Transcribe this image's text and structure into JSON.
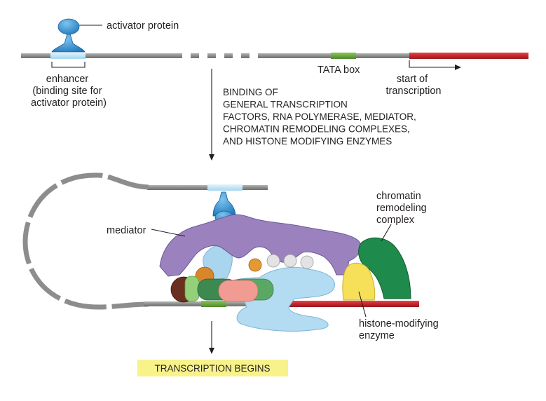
{
  "labels": {
    "activator_protein": "activator protein",
    "enhancer": [
      "enhancer",
      "(binding site for",
      "activator protein)"
    ],
    "tata_box": "TATA box",
    "start_of_transcription": [
      "start of",
      "transcription"
    ],
    "binding_step": [
      "BINDING OF",
      "GENERAL TRANSCRIPTION",
      "FACTORS, RNA POLYMERASE, MEDIATOR,",
      "CHROMATIN REMODELING COMPLEXES,",
      "AND HISTONE MODIFYING ENZYMES"
    ],
    "mediator": "mediator",
    "chromatin_remodeling_complex": [
      "chromatin",
      "remodeling",
      "complex"
    ],
    "histone_modifying_enzyme": [
      "histone-modifying",
      "enzyme"
    ],
    "transcription_begins": "TRANSCRIPTION BEGINS"
  },
  "colors": {
    "dna": "#8c8e8c",
    "enhancer_site": "#bfe3f5",
    "activator": "#2f8fd0",
    "tata_box": "#6aaa3e",
    "transcribed_region": "#c8252b",
    "mediator": "#9b82bf",
    "chromatin_remodeling_complex": "#1e8a4c",
    "histone_modifying_enzyme": "#f6e05a",
    "rna_polymerase": "#b3dbf2",
    "highlight_box": "#f7f28a"
  }
}
